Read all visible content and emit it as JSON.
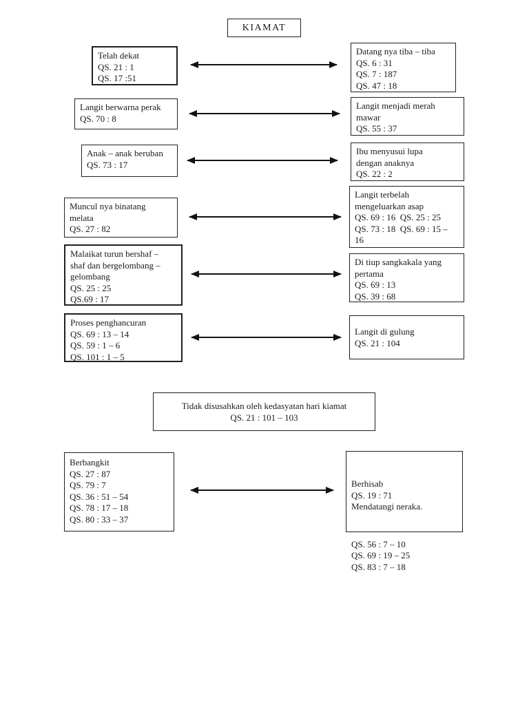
{
  "title": "KIAMAT",
  "rows": [
    {
      "left": "Telah dekat\nQS. 21 : 1\nQS. 17 :51",
      "right": "Datang nya tiba – tiba\nQS. 6 : 31\nQS. 7 : 187\nQS. 47 : 18"
    },
    {
      "left": "Langit berwarna perak\nQS. 70 : 8",
      "right": "Langit menjadi merah\nmawar\nQS. 55 : 37"
    },
    {
      "left": "Anak – anak beruban\nQS. 73 : 17",
      "right": "Ibu menyusui lupa\ndengan anaknya\nQS. 22 : 2"
    },
    {
      "left": "Muncul nya binatang\nmelata\nQS. 27 : 82",
      "right": "Langit terbelah\nmengeluarkan asap\nQS. 69 : 16  QS. 25 : 25\nQS. 73 : 18  QS. 69 : 15 –\n16"
    },
    {
      "left": "Malaikat turun bershaf –\nshaf dan bergelombang –\ngelombang\nQS. 25 : 25\nQS.69 : 17",
      "right": "Di tiup sangkakala yang\npertama\nQS. 69 : 13\nQS. 39 : 68"
    },
    {
      "left": "Proses penghancuran\nQS. 69 : 13 – 14\nQS. 59 : 1 – 6\nQS. 101 : 1 – 5",
      "right": "Langit di gulung\nQS. 21 : 104"
    }
  ],
  "summary_box": "Tidak disusahkan oleh kedasyatan hari kiamat\nQS. 21 : 101 – 103",
  "bottom": {
    "left": "Berbangkit\nQS. 27 : 87\nQS. 79 : 7\nQS. 36 : 51 – 54\nQS. 78 : 17 – 18\nQS. 80 : 33 – 37",
    "right_top": "Berhisab\nQS. 19 : 71\nMendatangi neraka.",
    "right_bottom": "QS. 56 : 7 – 10\nQS. 69 : 19 – 25\nQS. 83 : 7 – 18"
  }
}
